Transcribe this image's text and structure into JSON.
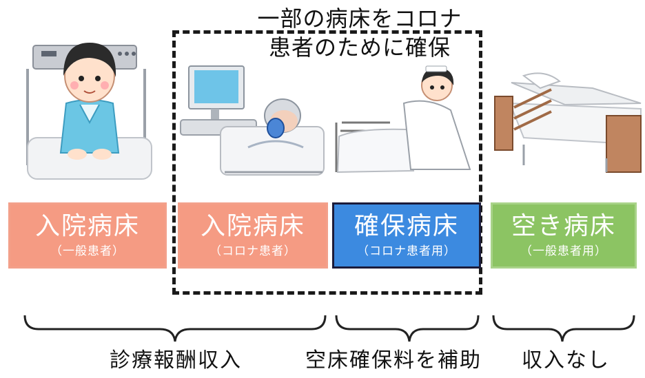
{
  "title_lines": [
    "一部の病床をコロナ",
    "患者のために確保"
  ],
  "beds": [
    {
      "main": "入院病床",
      "sub": "（一般患者）",
      "color": "#f59b83"
    },
    {
      "main": "入院病床",
      "sub": "（コロナ患者）",
      "color": "#f59b83"
    },
    {
      "main": "確保病床",
      "sub": "（コロナ患者用）",
      "color": "#3c8ae0"
    },
    {
      "main": "空き病床",
      "sub": "（一般患者用）",
      "color": "#8cc463"
    }
  ],
  "brackets": [
    {
      "label": "診療報酬収入"
    },
    {
      "label": "空床確保料を補助"
    },
    {
      "label": "収入なし"
    }
  ]
}
